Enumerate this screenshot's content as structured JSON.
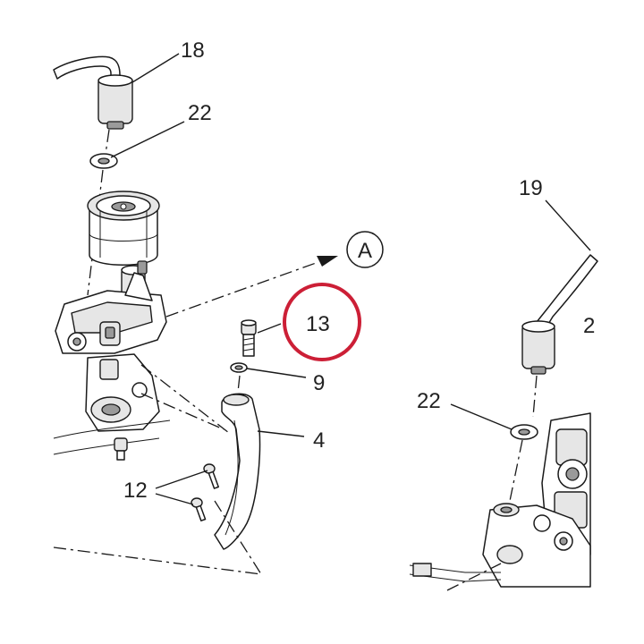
{
  "diagram": {
    "callouts": {
      "c18_partial": "18",
      "c22_left": "22",
      "c19": "19",
      "c2_partial": "2",
      "c22_right": "22",
      "c13": "13",
      "c9": "9",
      "c4": "4",
      "c12": "12",
      "ref_a": "A"
    },
    "highlight_color": "#cc1f36",
    "line_color": "#1a1a1a"
  }
}
